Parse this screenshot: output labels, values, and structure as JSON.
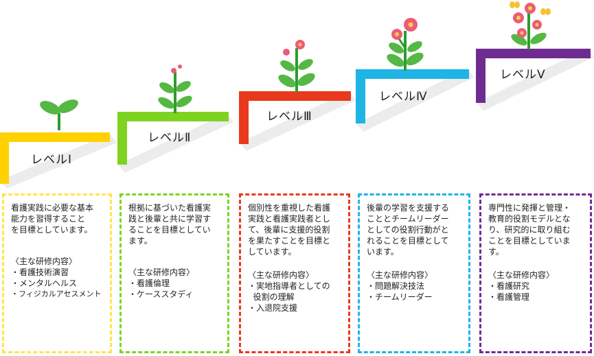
{
  "colors": {
    "level1": "#ffd100",
    "level2": "#7ed321",
    "level3": "#e8391c",
    "level4": "#1eb4e4",
    "level5": "#6e2c91",
    "shadow": "#eaeaea",
    "stem": "#2e9b2e",
    "leaf": "#55b844",
    "flower": "#ec5b7a",
    "flower_center": "#f6d04d"
  },
  "levels": [
    {
      "label": "レベルⅠ",
      "desc": [
        "看護実践に必要な基本",
        "能力を習得すること",
        "を目標としています。"
      ],
      "content_heading": "〈主な研修内容〉",
      "items": [
        "・看護技術演習",
        "・メンタルヘルス",
        "・フィジカルアセスメント"
      ]
    },
    {
      "label": "レベルⅡ",
      "desc": [
        "根拠に基づいた看護実",
        "践と後輩と共に学習す",
        "ることを目標としてい",
        "ます。"
      ],
      "content_heading": "〈主な研修内容〉",
      "items": [
        "・看護倫理",
        "・ケーススタディ"
      ]
    },
    {
      "label": "レベルⅢ",
      "desc": [
        "個別性を重視した看護",
        "実践と看護実践者とし",
        "て、後輩に支援的役割",
        "を果たすことを目標と",
        "しています。"
      ],
      "content_heading": "〈主な研修内容〉",
      "items": [
        "・実地指導者としての",
        "  役割の理解",
        "・入退院支援"
      ]
    },
    {
      "label": "レベルⅣ",
      "desc": [
        "後輩の学習を支援する",
        "こととチームリーダー",
        "としての役割行動がと",
        "れることを目標として",
        "います。"
      ],
      "content_heading": "〈主な研修内容〉",
      "items": [
        "・問題解決技法",
        "・チームリーダー"
      ]
    },
    {
      "label": "レベルⅤ",
      "desc": [
        "専門性に発揮と管理・",
        "教育的役割モデルとな",
        "り、研究的に取り組む",
        "ことを目標としていま",
        "す。"
      ],
      "content_heading": "〈主な研修内容〉",
      "items": [
        "・看護研究",
        "・看護管理"
      ]
    }
  ]
}
